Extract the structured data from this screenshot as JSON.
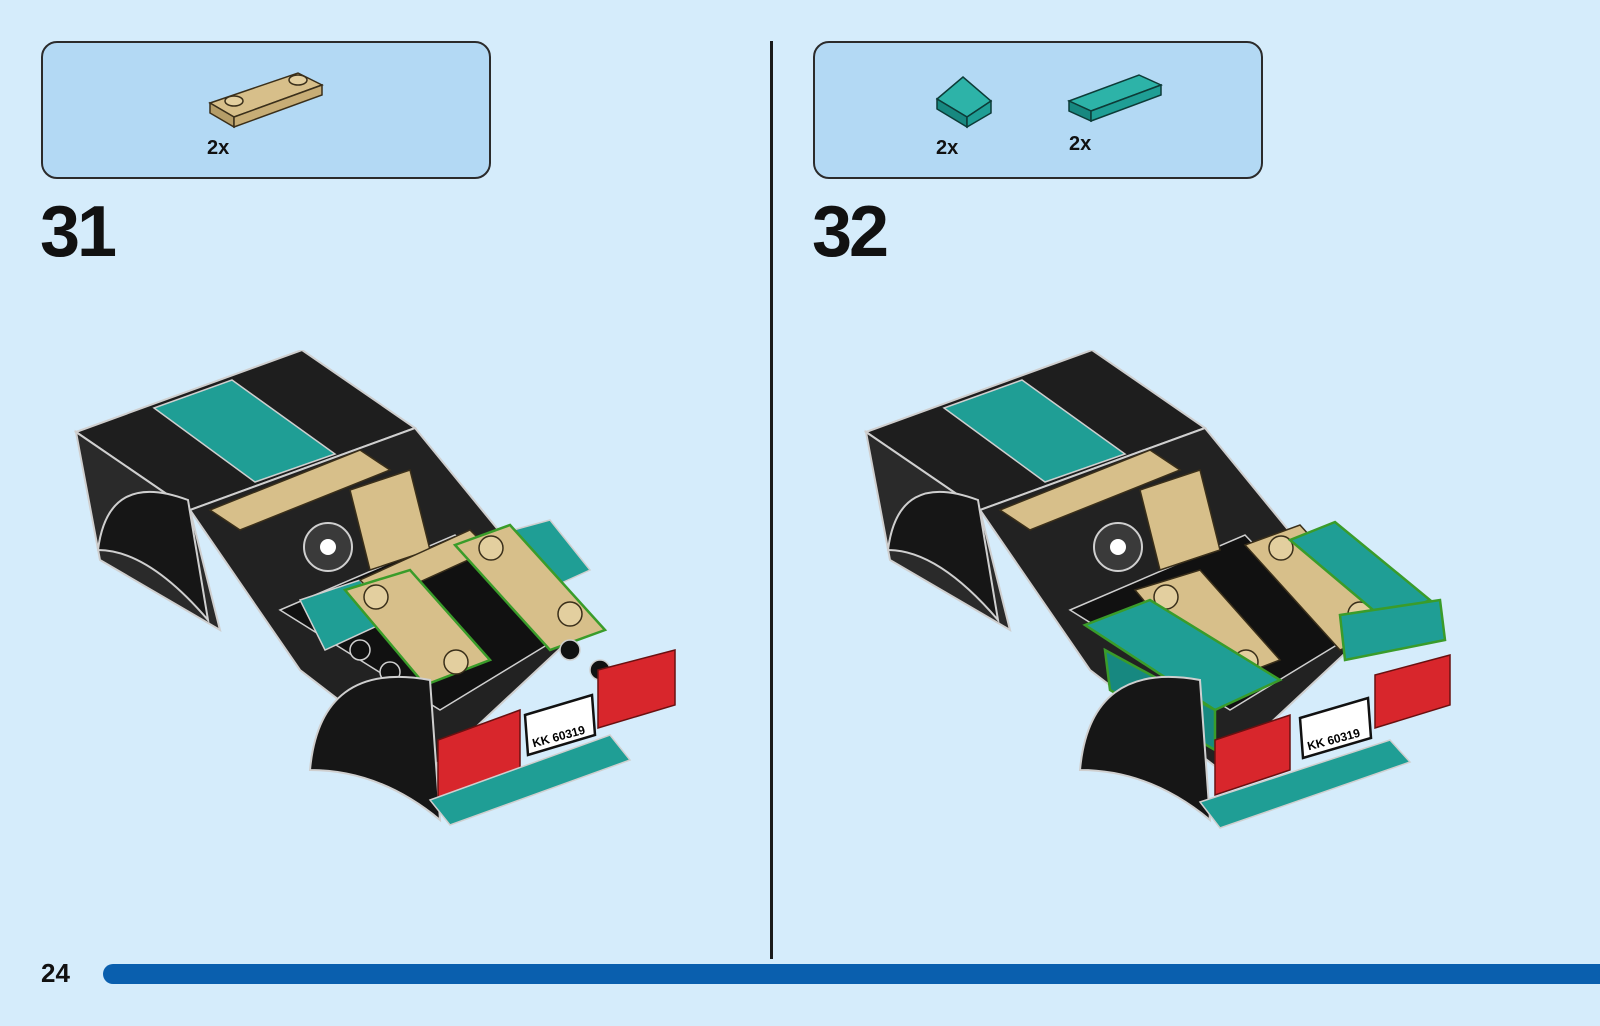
{
  "steps": [
    {
      "number": "31",
      "parts": [
        {
          "qty": "2x",
          "icon": "tan-plate-1x4-icon",
          "color": "#d7bf8a"
        }
      ]
    },
    {
      "number": "32",
      "parts": [
        {
          "qty": "2x",
          "icon": "teal-slope-icon",
          "color": "#1f9e95"
        },
        {
          "qty": "2x",
          "icon": "teal-tile-1x4-icon",
          "color": "#1f9e95"
        }
      ]
    }
  ],
  "car": {
    "license_plate": "KK 60319"
  },
  "page": {
    "number": "24"
  },
  "colors": {
    "background": "#d5ecfb",
    "parts_box": "#b3d9f4",
    "progress_bar": "#0a5fae",
    "black_brick": "#1e1e1e",
    "teal_brick": "#1f9e95",
    "tan_brick": "#d7bf8a",
    "red_light": "#d8262c",
    "highlight_green": "#3a9c2a"
  }
}
